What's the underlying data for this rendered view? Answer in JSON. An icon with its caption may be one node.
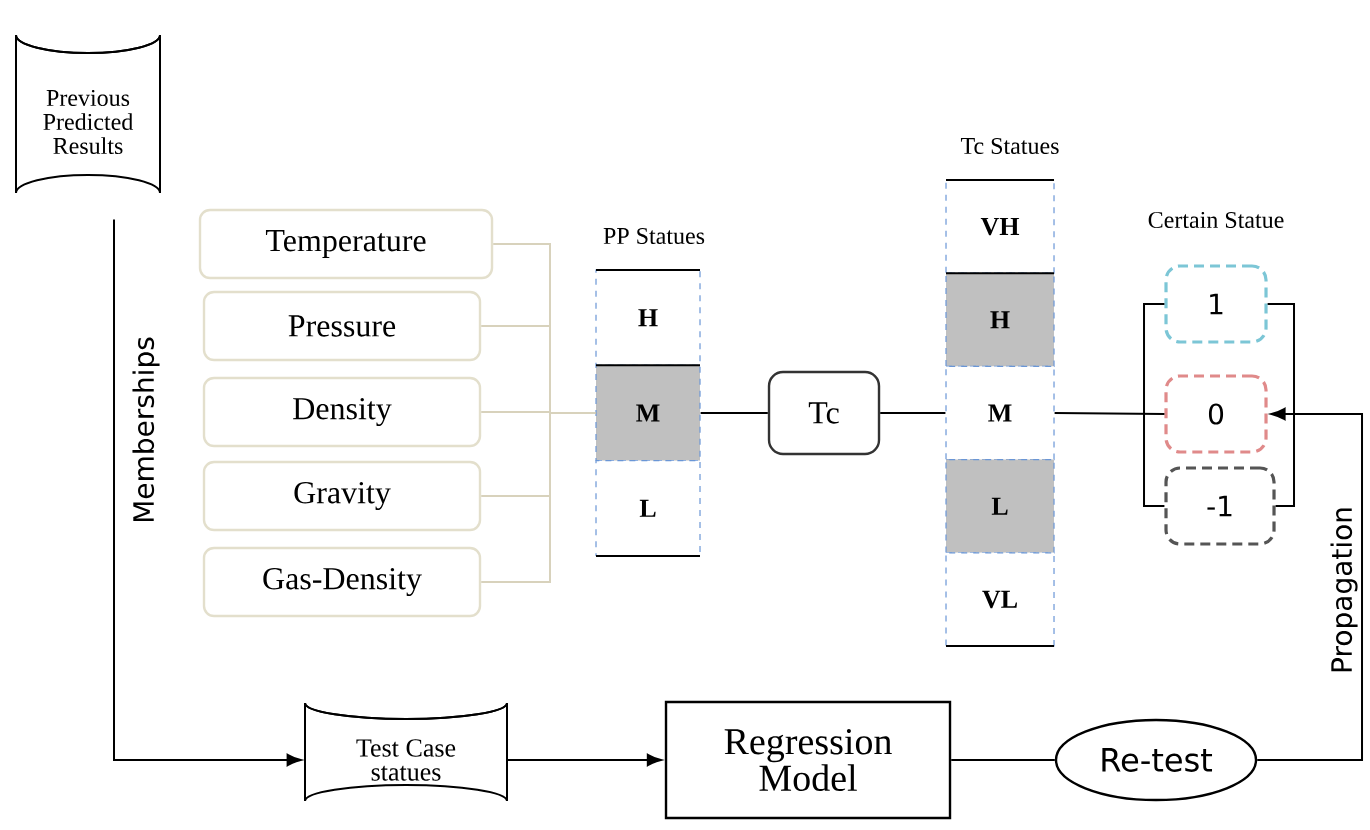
{
  "diagram": {
    "nodes": [
      {
        "text": [
          "Previous Predicted Results"
        ]
      },
      {
        "text": [
          "Temperature"
        ]
      },
      {
        "text": [
          "Pressure"
        ]
      },
      {
        "text": [
          "Density"
        ]
      },
      {
        "text": [
          "Gravity"
        ]
      },
      {
        "text": [
          "Gas-Density"
        ]
      },
      {
        "text": [
          "H"
        ]
      },
      {
        "text": [
          "M"
        ]
      },
      {
        "text": [
          "L"
        ]
      },
      {
        "text": [
          "Tc"
        ]
      },
      {
        "text": [
          "VH"
        ]
      },
      {
        "text": [
          "H"
        ]
      },
      {
        "text": [
          "M"
        ]
      },
      {
        "text": [
          "L"
        ]
      },
      {
        "text": [
          "VL"
        ]
      },
      {
        "text": [
          "1"
        ]
      },
      {
        "text": [
          "0"
        ]
      },
      {
        "text": [
          "-1"
        ]
      },
      {
        "text": [
          "Test Case statues"
        ]
      },
      {
        "text": [
          "Regression Model"
        ]
      },
      {
        "text": [
          "Re-test"
        ]
      }
    ],
    "edges": [
      {
        "from": 1,
        "to": 7,
        "arrow": "none",
        "color": "#d8d2bc"
      },
      {
        "from": 2,
        "to": 7,
        "arrow": "none",
        "color": "#d8d2bc"
      },
      {
        "from": 3,
        "to": 7,
        "arrow": "none",
        "color": "#d8d2bc"
      },
      {
        "from": 4,
        "to": 7,
        "arrow": "none",
        "color": "#d8d2bc"
      },
      {
        "from": 5,
        "to": 7,
        "arrow": "none",
        "color": "#d8d2bc"
      },
      {
        "from": 7,
        "to": 9,
        "arrow": "none"
      },
      {
        "from": 9,
        "to": 12,
        "arrow": "none"
      },
      {
        "from": 12,
        "to": 16,
        "arrow": "none"
      },
      {
        "from": 20,
        "to": 16,
        "arrow": "to",
        "label": "Propagation"
      },
      {
        "from": 0,
        "to": 18,
        "arrow": "to",
        "label": "Memberships"
      },
      {
        "from": 18,
        "to": 19,
        "arrow": "to"
      },
      {
        "from": 19,
        "to": 20,
        "arrow": "none"
      }
    ],
    "labels": [
      "Tc Statues",
      "PP Statues",
      "Certain Statue"
    ]
  }
}
